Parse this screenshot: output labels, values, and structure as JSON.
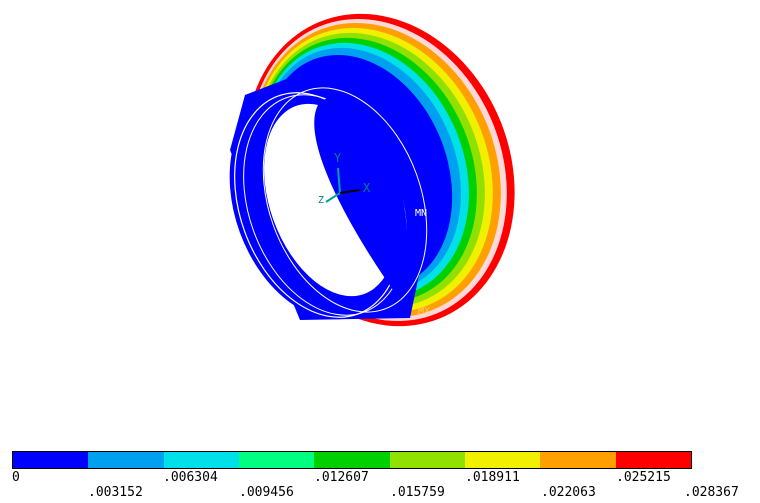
{
  "model": {
    "triad": {
      "y": "Y",
      "x": "X",
      "z": "Z"
    },
    "mn_label": "MN",
    "mx_label": "MX"
  },
  "legend": {
    "colors": [
      "#0000ff",
      "#00a0f0",
      "#00e0e8",
      "#00ff80",
      "#00d000",
      "#90e000",
      "#f0f000",
      "#ffa000",
      "#ff0000"
    ],
    "labels_top": [
      "0",
      ".006304",
      ".012607",
      ".018911",
      ".025215"
    ],
    "labels_bottom": [
      ".003152",
      ".009456",
      ".015759",
      ".022063",
      ".028367"
    ]
  }
}
